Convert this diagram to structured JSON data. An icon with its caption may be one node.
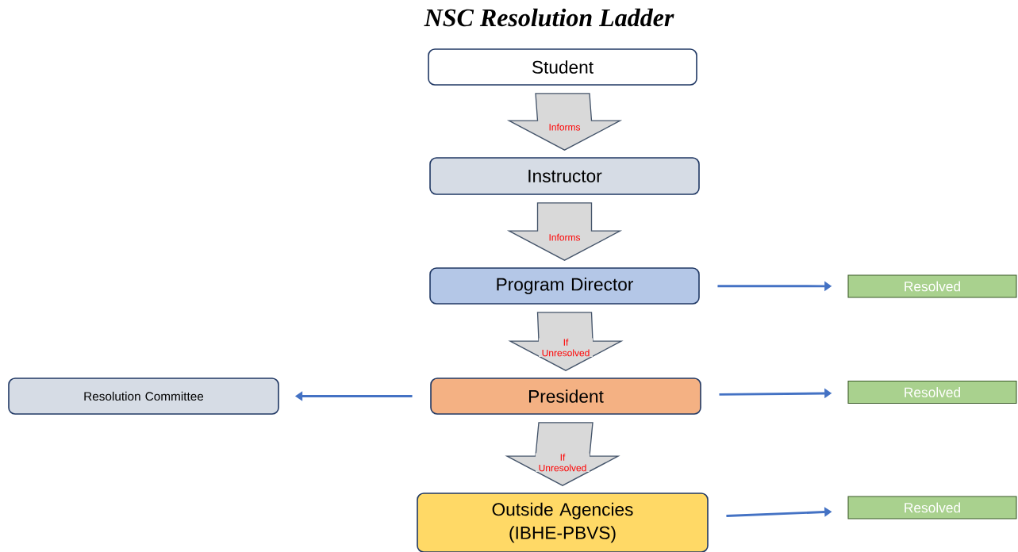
{
  "diagram": {
    "title": "NSC Resolution Ladder",
    "nodes": [
      {
        "text": [
          "Student"
        ]
      },
      {
        "text": [
          "Instructor"
        ]
      },
      {
        "text": [
          "Program Director"
        ]
      },
      {
        "text": [
          "Resolved"
        ]
      },
      {
        "text": [
          "Resolution Committee"
        ]
      },
      {
        "text": [
          "President"
        ]
      },
      {
        "text": [
          "Resolved"
        ]
      },
      {
        "text": [
          "Outside Agencies (IBHE-PBVS)"
        ]
      },
      {
        "text": [
          "Resolved"
        ]
      }
    ],
    "edges": [
      {
        "from": 0,
        "to": 1,
        "arrow": "to",
        "label": "Informs"
      },
      {
        "from": 1,
        "to": 2,
        "arrow": "to",
        "label": "Informs"
      },
      {
        "from": 2,
        "to": 5,
        "arrow": "to",
        "label": "If Unresolved"
      },
      {
        "from": 5,
        "to": 7,
        "arrow": "to",
        "label": "If Unresolved"
      },
      {
        "from": 2,
        "to": 3,
        "arrow": "to",
        "color": "#4472c4"
      },
      {
        "from": 5,
        "to": 4,
        "arrow": "to",
        "color": "#4472c4"
      },
      {
        "from": 5,
        "to": 6,
        "arrow": "to",
        "color": "#4472c4"
      },
      {
        "from": 7,
        "to": 8,
        "arrow": "to",
        "color": "#4472c4"
      }
    ]
  }
}
